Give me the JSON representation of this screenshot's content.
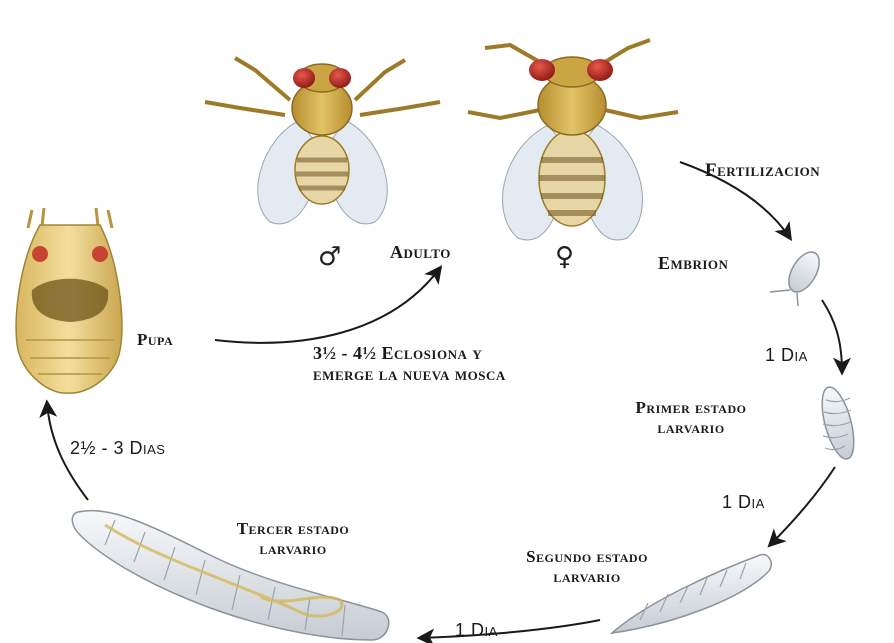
{
  "labels": {
    "fertilizacion": "Fertilizacion",
    "embrion": "Embrion",
    "adulto": "Adulto",
    "pupa": "Pupa",
    "primer_estado": "Primer estado",
    "primer_estado_2": "larvario",
    "segundo_estado": "Segundo estado",
    "segundo_estado_2": "larvario",
    "tercer_estado": "Tercer estado",
    "tercer_estado_2": "larvario",
    "eclosiona_1": "3½ - 4½ Eclosiona y",
    "eclosiona_2": "emerge la nueva mosca"
  },
  "durations": {
    "embrion_to_primer": "1 Dia",
    "primer_to_segundo": "1 Dia",
    "segundo_to_tercer": "1 Dia",
    "tercer_to_pupa": "2½ - 3 Dias"
  },
  "symbols": {
    "male": "♂",
    "female": "♀"
  },
  "colors": {
    "fly_body": "#c9a640",
    "fly_eye": "#b3221c",
    "wing": "#dfe6ee",
    "larva": "#e7ebef",
    "pupa": "#e8cf86",
    "arrow": "#1a1a1a"
  }
}
